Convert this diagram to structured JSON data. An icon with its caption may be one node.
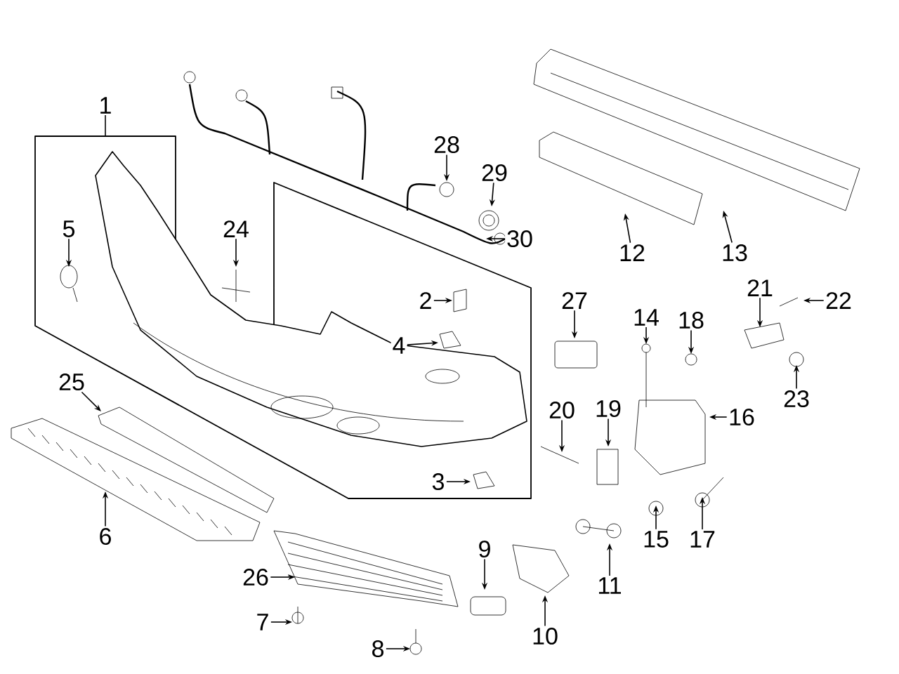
{
  "diagram": {
    "nodes": [
      {
        "text": [
          "1"
        ]
      },
      {
        "text": [
          "2"
        ]
      },
      {
        "text": [
          "3"
        ]
      },
      {
        "text": [
          "4"
        ]
      },
      {
        "text": [
          "5"
        ]
      },
      {
        "text": [
          "6"
        ]
      },
      {
        "text": [
          "7"
        ]
      },
      {
        "text": [
          "8"
        ]
      },
      {
        "text": [
          "9"
        ]
      },
      {
        "text": [
          "10"
        ]
      },
      {
        "text": [
          "11"
        ]
      },
      {
        "text": [
          "12"
        ]
      },
      {
        "text": [
          "13"
        ]
      },
      {
        "text": [
          "14"
        ]
      },
      {
        "text": [
          "15"
        ]
      },
      {
        "text": [
          "16"
        ]
      },
      {
        "text": [
          "17"
        ]
      },
      {
        "text": [
          "18"
        ]
      },
      {
        "text": [
          "19"
        ]
      },
      {
        "text": [
          "20"
        ]
      },
      {
        "text": [
          "21"
        ]
      },
      {
        "text": [
          "22"
        ]
      },
      {
        "text": [
          "23"
        ]
      },
      {
        "text": [
          "24"
        ]
      },
      {
        "text": [
          "25"
        ]
      },
      {
        "text": [
          "26"
        ]
      },
      {
        "text": [
          "27"
        ]
      },
      {
        "text": [
          "28"
        ]
      },
      {
        "text": [
          "29"
        ]
      },
      {
        "text": [
          "30"
        ]
      }
    ],
    "edges": [
      {
        "from": 0,
        "to": null,
        "arrow": "none"
      },
      {
        "from": 1,
        "to": null,
        "arrow": "to"
      },
      {
        "from": 2,
        "to": null,
        "arrow": "to"
      },
      {
        "from": 3,
        "to": null,
        "arrow": "to"
      },
      {
        "from": 4,
        "to": null,
        "arrow": "to"
      },
      {
        "from": 5,
        "to": null,
        "arrow": "to"
      },
      {
        "from": 6,
        "to": null,
        "arrow": "to"
      },
      {
        "from": 7,
        "to": null,
        "arrow": "to"
      },
      {
        "from": 8,
        "to": null,
        "arrow": "to"
      },
      {
        "from": 9,
        "to": null,
        "arrow": "to"
      },
      {
        "from": 10,
        "to": null,
        "arrow": "to"
      },
      {
        "from": 11,
        "to": null,
        "arrow": "to"
      },
      {
        "from": 12,
        "to": null,
        "arrow": "to"
      },
      {
        "from": 13,
        "to": null,
        "arrow": "to"
      },
      {
        "from": 14,
        "to": null,
        "arrow": "to"
      },
      {
        "from": 15,
        "to": null,
        "arrow": "to"
      },
      {
        "from": 16,
        "to": null,
        "arrow": "to"
      },
      {
        "from": 17,
        "to": null,
        "arrow": "to"
      },
      {
        "from": 18,
        "to": null,
        "arrow": "to"
      },
      {
        "from": 19,
        "to": null,
        "arrow": "to"
      },
      {
        "from": 20,
        "to": null,
        "arrow": "to"
      },
      {
        "from": 21,
        "to": null,
        "arrow": "to"
      },
      {
        "from": 22,
        "to": null,
        "arrow": "to"
      },
      {
        "from": 23,
        "to": null,
        "arrow": "to"
      },
      {
        "from": 24,
        "to": null,
        "arrow": "to"
      },
      {
        "from": 25,
        "to": null,
        "arrow": "to"
      },
      {
        "from": 26,
        "to": null,
        "arrow": "to"
      },
      {
        "from": 27,
        "to": null,
        "arrow": "to"
      },
      {
        "from": 28,
        "to": null,
        "arrow": "to"
      },
      {
        "from": 29,
        "to": null,
        "arrow": "to"
      }
    ]
  }
}
